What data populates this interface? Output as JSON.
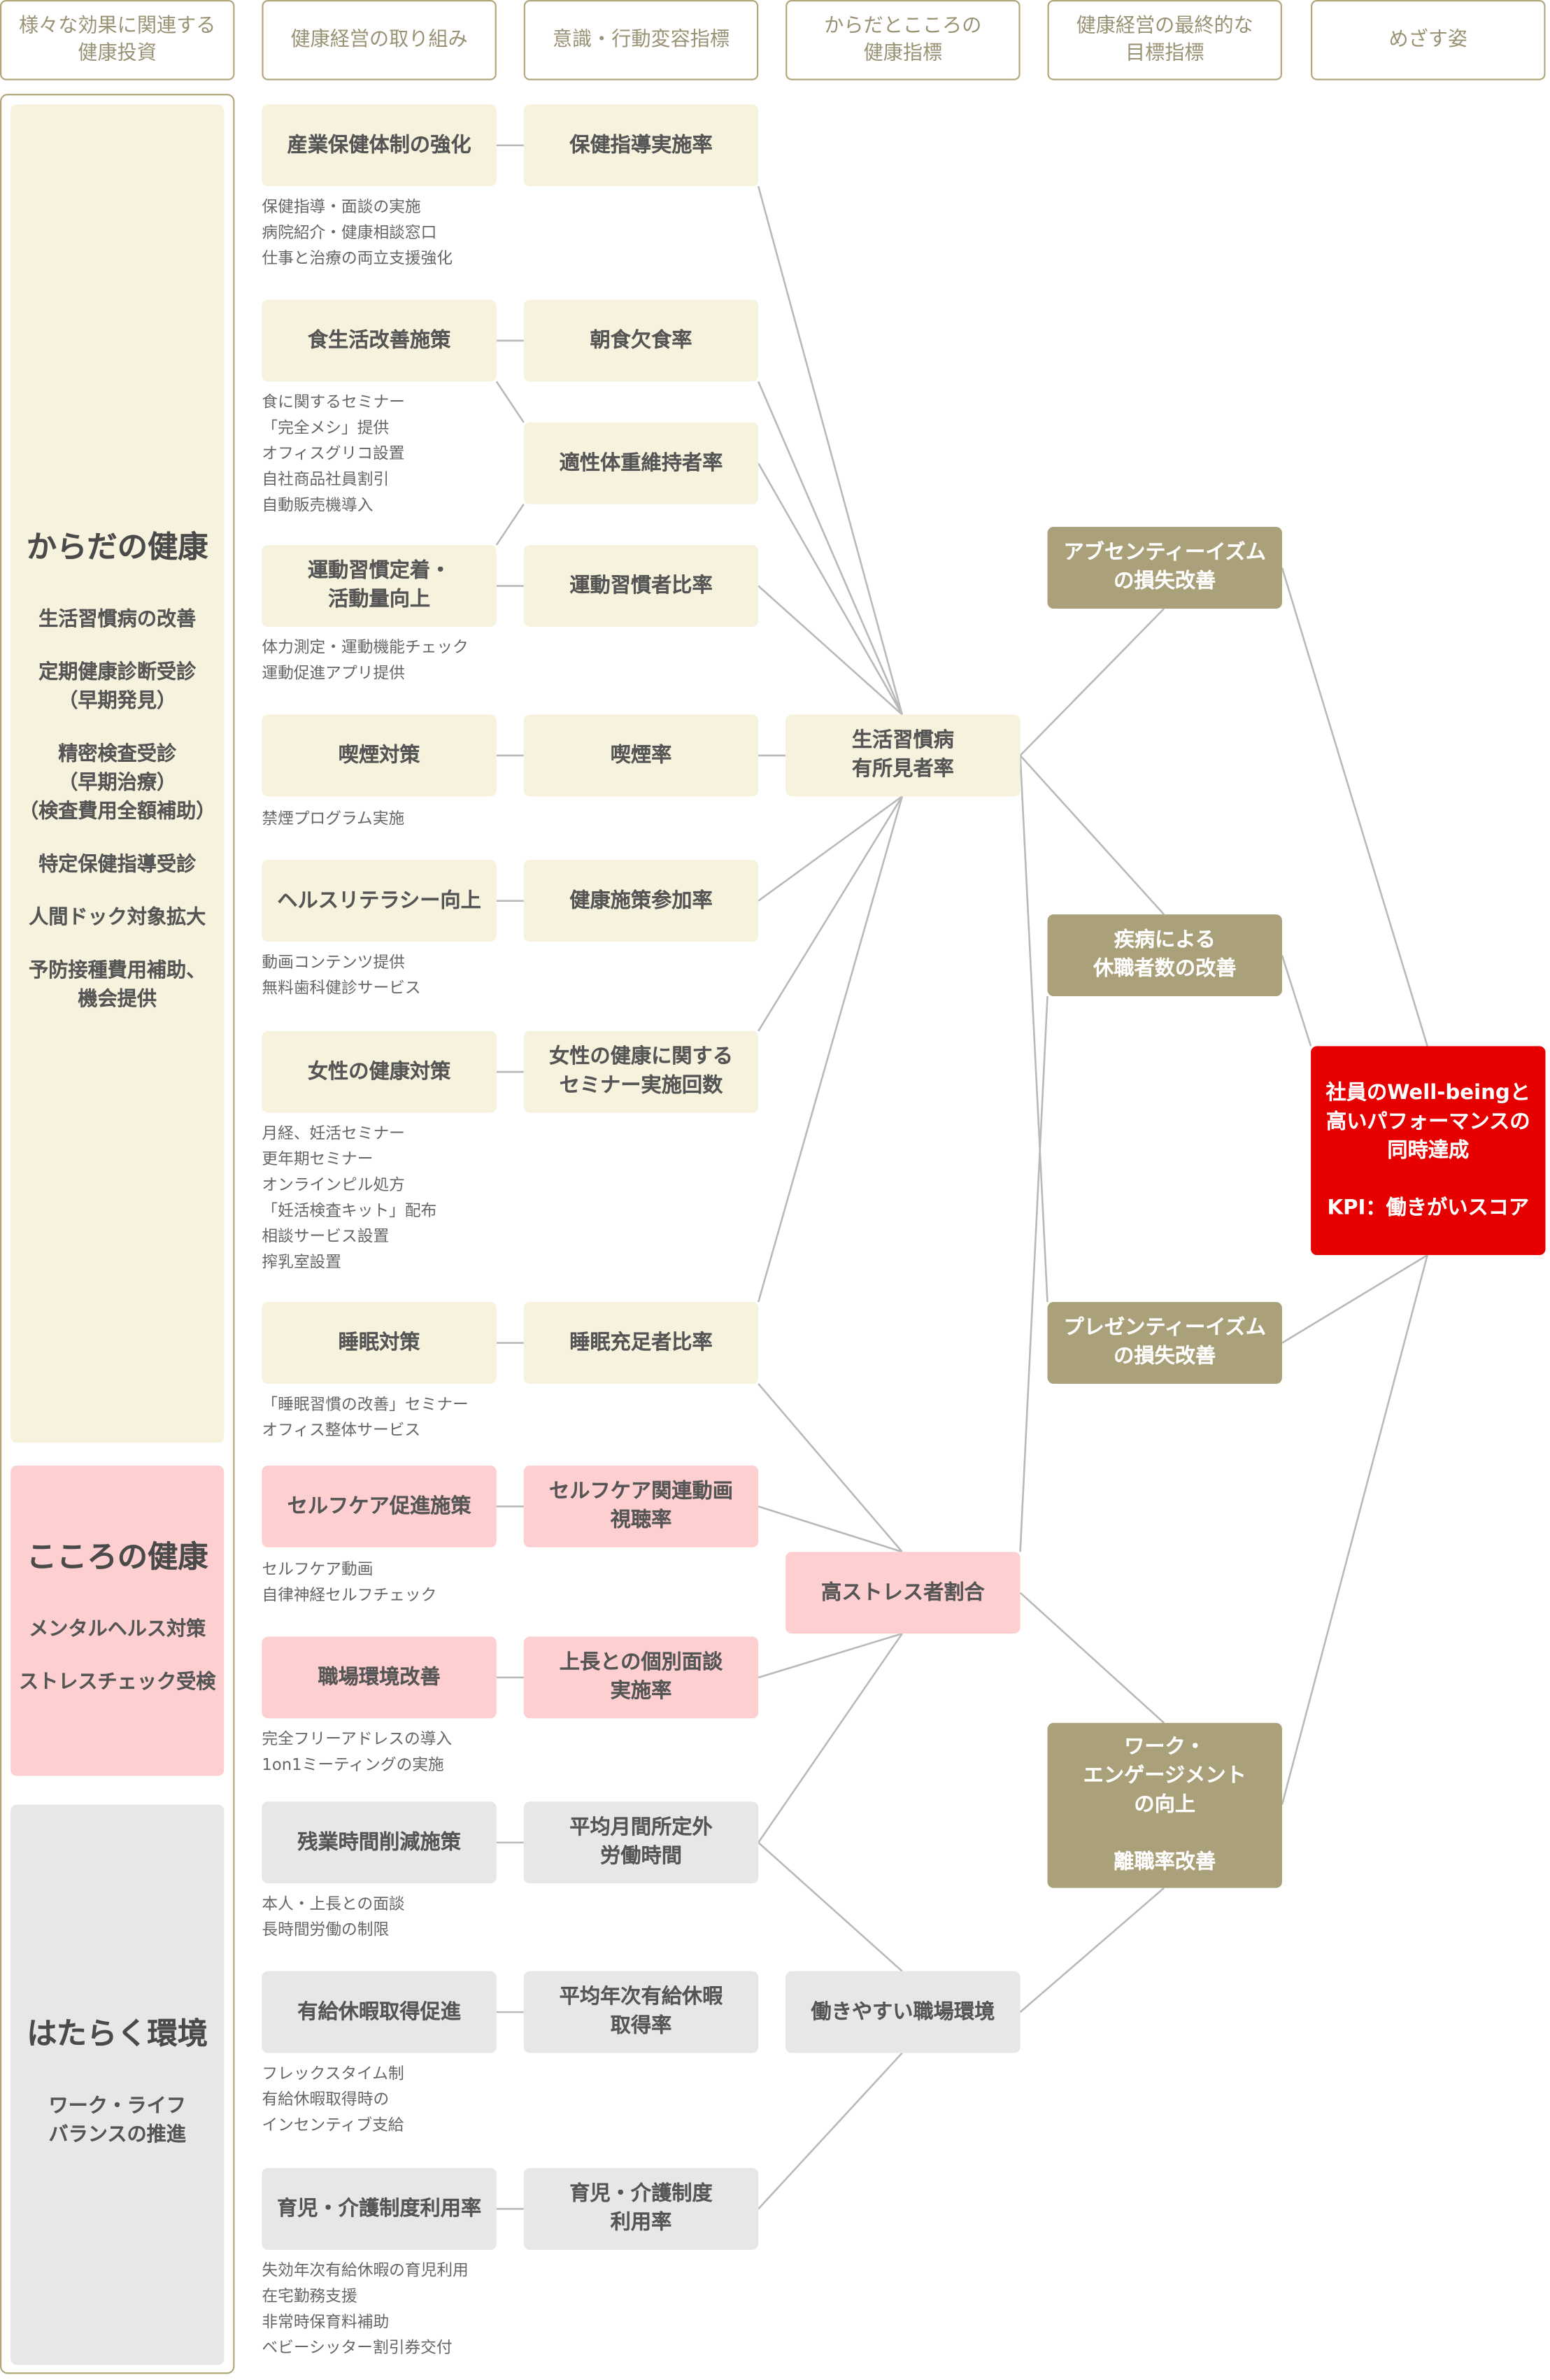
{
  "headers": [
    "様々な効果に関連する\n健康投資",
    "健康経営の取り組み",
    "意識・行動変容指標",
    "からだとこころの\n健康指標",
    "健康経営の最終的な\n目標指標",
    "めざす姿"
  ],
  "sections": [
    {
      "title": "からだの健康",
      "items": [
        "生活習慣病の改善",
        "定期健康診断受診\n（早期発見）",
        "精密検査受診\n（早期治療）\n（検査費用全額補助）",
        "特定保健指導受診",
        "人間ドック対象拡大",
        "予防接種費用補助、\n機会提供"
      ]
    },
    {
      "title": "こころの健康",
      "items": [
        "メンタルヘルス対策",
        "ストレスチェック受検"
      ]
    },
    {
      "title": "はたらく環境",
      "items": [
        "ワーク・ライフ\nバランスの推進"
      ]
    }
  ],
  "initiatives": [
    {
      "label": "産業保健体制の強化",
      "notes": [
        "保健指導・面談の実施",
        "病院紹介・健康相談窓口",
        "仕事と治療の両立支援強化"
      ]
    },
    {
      "label": "食生活改善施策",
      "notes": [
        "食に関するセミナー",
        "「完全メシ」提供",
        "オフィスグリコ設置",
        "自社商品社員割引",
        "自動販売機導入"
      ]
    },
    {
      "label": "運動習慣定着・\n活動量向上",
      "notes": [
        "体力測定・運動機能チェック",
        "運動促進アプリ提供"
      ]
    },
    {
      "label": "喫煙対策",
      "notes": [
        "禁煙プログラム実施"
      ]
    },
    {
      "label": "ヘルスリテラシー向上",
      "notes": [
        "動画コンテンツ提供",
        "無料歯科健診サービス"
      ]
    },
    {
      "label": "女性の健康対策",
      "notes": [
        "月経、妊活セミナー",
        "更年期セミナー",
        "オンラインピル処方",
        "「妊活検査キット」配布",
        "相談サービス設置",
        "搾乳室設置"
      ]
    },
    {
      "label": "睡眠対策",
      "notes": [
        "「睡眠習慣の改善」セミナー",
        "オフィス整体サービス"
      ]
    },
    {
      "label": "セルフケア促進施策",
      "notes": [
        "セルフケア動画",
        "自律神経セルフチェック"
      ]
    },
    {
      "label": "職場環境改善",
      "notes": [
        "完全フリーアドレスの導入",
        "1on1ミーティングの実施"
      ]
    },
    {
      "label": "残業時間削減施策",
      "notes": [
        "本人・上長との面談",
        "長時間労働の制限"
      ]
    },
    {
      "label": "有給休暇取得促進",
      "notes": [
        "フレックスタイム制",
        "有給休暇取得時の",
        "インセンティブ支給"
      ]
    },
    {
      "label": "育児・介護制度利用率",
      "notes": [
        "失効年次有給休暇の育児利用",
        "在宅勤務支援",
        "非常時保育料補助",
        "ベビーシッター割引券交付"
      ]
    }
  ],
  "indicators": [
    "保健指導実施率",
    "朝食欠食率",
    "適性体重維持者率",
    "運動習慣者比率",
    "喫煙率",
    "健康施策参加率",
    "女性の健康に関する\nセミナー実施回数",
    "睡眠充足者比率",
    "セルフケア関連動画\n視聴率",
    "上長との個別面談\n実施率",
    "平均月間所定外\n労働時間",
    "平均年次有給休暇\n取得率",
    "育児・介護制度\n利用率"
  ],
  "health_indicators": [
    "生活習慣病\n有所見者率",
    "高ストレス者割合",
    "働きやすい職場環境"
  ],
  "final_goals": [
    "アブセンティーイズム\nの損失改善",
    "疾病による\n休職者数の改善",
    "プレゼンティーイズム\nの損失改善",
    "ワーク・\nエンゲージメント\nの向上\n\n離職率改善"
  ],
  "vision": "社員のWell-beingと\n高いパフォーマンスの\n同時達成\n\nKPI：働きがいスコア",
  "colors": {
    "cream": "#f6f2de",
    "pink": "#fdcfd0",
    "gray": "#e7e7e7",
    "olive": "#aaa07a",
    "red": "#e60000",
    "border": "#b1a77a",
    "line": "#b9b9b9"
  }
}
